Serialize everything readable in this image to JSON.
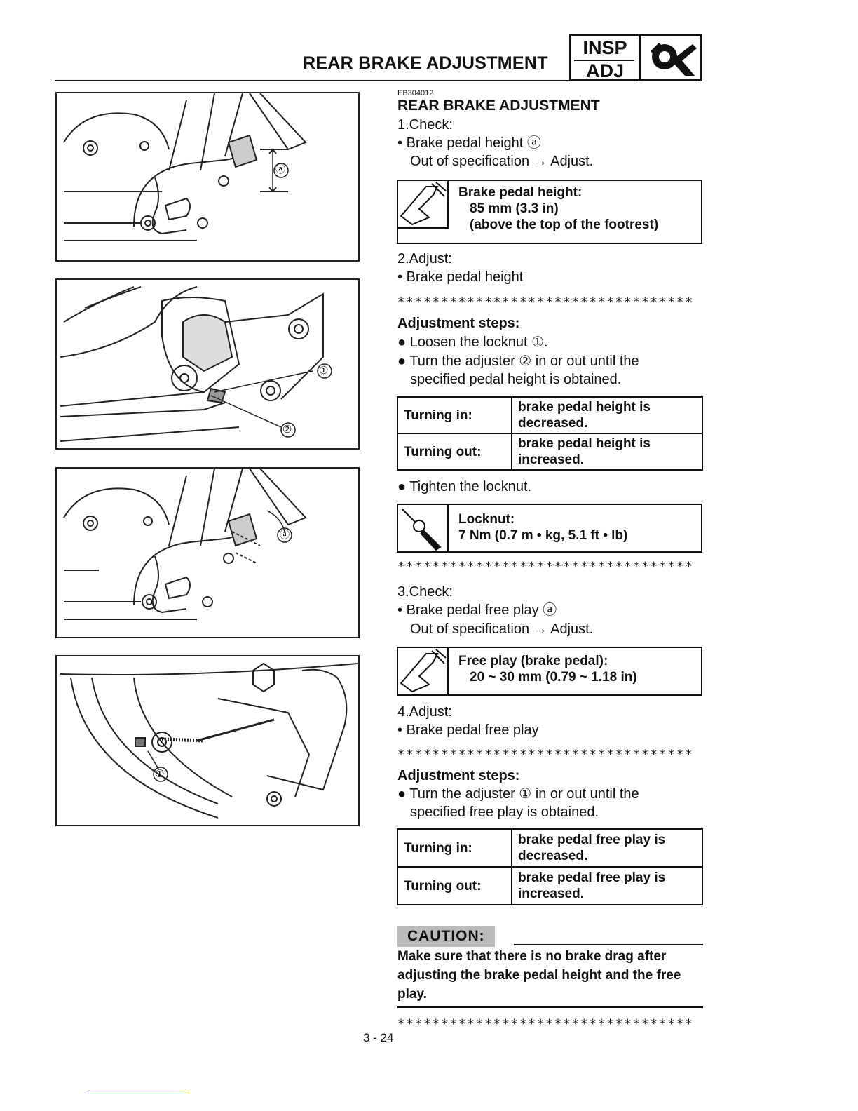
{
  "header": {
    "title": "REAR BRAKE ADJUSTMENT",
    "badge_top": "INSP",
    "badge_bottom": "ADJ",
    "icon": "wrench-inspection-icon"
  },
  "section": {
    "code": "EB304012",
    "title": "REAR BRAKE ADJUSTMENT"
  },
  "step1": {
    "label": "1.Check:",
    "bullet": "Brake pedal height ⓐ",
    "note": "Out of specification → Adjust."
  },
  "spec1": {
    "icon": "caliper-icon",
    "line1": "Brake pedal height:",
    "line2": "85 mm (3.3 in)",
    "line3": "(above the top of the footrest)"
  },
  "step2": {
    "label": "2.Adjust:",
    "bullet": "Brake pedal height"
  },
  "stars": "**********************************",
  "adj1": {
    "title": "Adjustment steps:",
    "s1": "Loosen the locknut ①.",
    "s2a": "Turn  the  adjuster  ②  in  or  out  until  the",
    "s2b": "specified pedal height is obtained.",
    "s3": "Tighten the locknut."
  },
  "table1": [
    {
      "left": "Turning in:",
      "right1": "brake pedal height is",
      "right2": "decreased."
    },
    {
      "left": "Turning out:",
      "right1": "brake pedal height is",
      "right2": "increased."
    }
  ],
  "spec2": {
    "icon": "torque-wrench-icon",
    "line1": "Locknut:",
    "line2": "7 Nm (0.7 m • kg, 5.1 ft • lb)"
  },
  "step3": {
    "label": "3.Check:",
    "bullet": "Brake pedal free play ⓐ",
    "note": "Out of specification → Adjust."
  },
  "spec3": {
    "icon": "caliper-icon",
    "line1": "Free play (brake pedal):",
    "line2": "20 ~ 30 mm (0.79 ~ 1.18 in)"
  },
  "step4": {
    "label": "4.Adjust:",
    "bullet": "Brake pedal free play"
  },
  "adj2": {
    "title": "Adjustment steps:",
    "s1a": "Turn  the  adjuster  ①  in  or  out  until  the",
    "s1b": "specified free play is obtained."
  },
  "table2": [
    {
      "left": "Turning in:",
      "right1": "brake pedal free play is",
      "right2": "decreased."
    },
    {
      "left": "Turning out:",
      "right1": "brake pedal free play is",
      "right2": "increased."
    }
  ],
  "caution": {
    "label": "CAUTION:",
    "text": "Make sure that there is no brake drag after adjusting the brake pedal height and the free play."
  },
  "figures": {
    "fig1_label": "ⓐ",
    "fig2_label1": "①",
    "fig2_label2": "②",
    "fig3_label": "ⓐ",
    "fig4_label": "①"
  },
  "page_number": "3 - 24"
}
